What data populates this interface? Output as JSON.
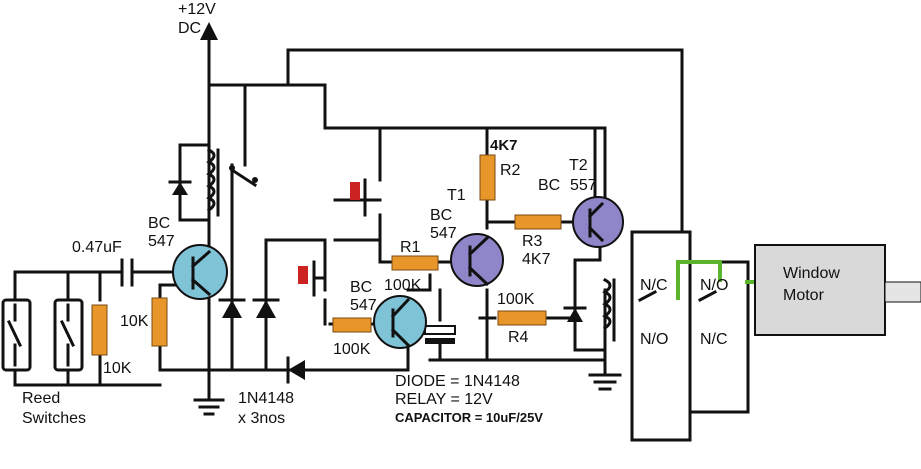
{
  "supply": {
    "line1": "+12V",
    "line2": "DC"
  },
  "labels": {
    "cap_input": "0.47uF",
    "bc547_top_line1": "BC",
    "bc547_top_line2": "547",
    "r_10k_a": "10K",
    "r_10k_b": "10K",
    "reed_line1": "Reed",
    "reed_line2": "Switches",
    "diodes_line1": "1N4148",
    "diodes_line2": "x 3nos",
    "bc547_mid_line1": "BC",
    "bc547_mid_line2": "547",
    "r_100k_base": "100K",
    "r1_name": "R1",
    "r1_value": "100K",
    "t1_line1": "T1",
    "t1_line2": "BC",
    "t1_line3": "547",
    "r2_value": "4K7",
    "r2_name": "R2",
    "r3_name": "R3",
    "r3_value": "4K7",
    "t2_line1": "T2",
    "t2_line2": "BC",
    "t2_line3": "557",
    "r4_value": "100K",
    "r4_name": "R4",
    "relay_no_left": "N/C",
    "relay_no_right": "N/O",
    "relay_nc_left": "N/O",
    "relay_nc_right": "N/C",
    "motor_line1": "Window",
    "motor_line2": "Motor"
  },
  "notes": {
    "diode": "DIODE = 1N4148",
    "relay": "RELAY = 12V",
    "capacitor": "CAPACITOR = 10uF/25V"
  },
  "colors": {
    "resistor": "#e8962a",
    "transistor_npn": "#7fc3d6",
    "transistor_pnp": "#8e86c8",
    "switch_pushbutton": "#cc2222",
    "motor_wire": "#5ab52c"
  }
}
